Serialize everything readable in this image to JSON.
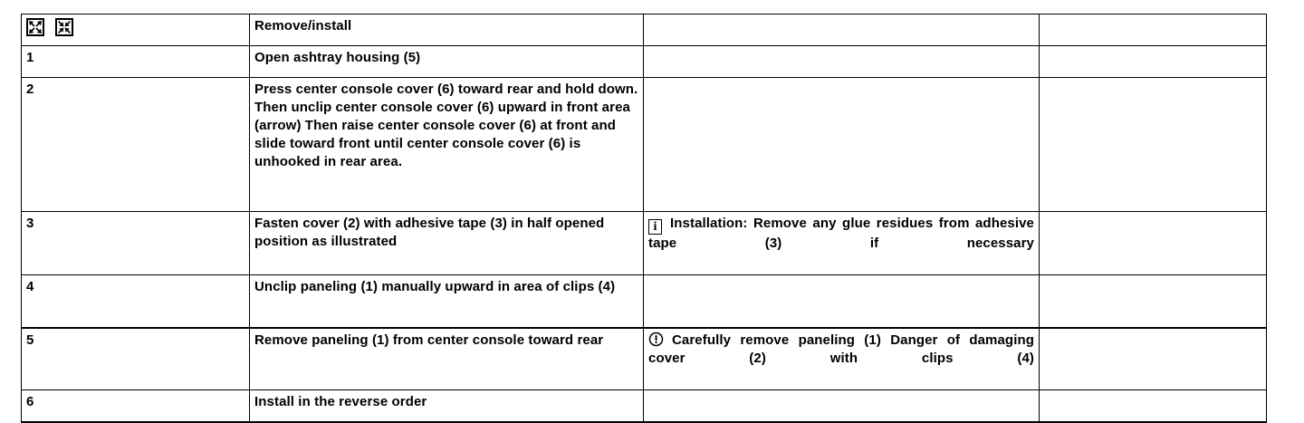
{
  "document": {
    "type": "service-procedure-table",
    "columns": [
      "",
      "",
      "",
      ""
    ],
    "icons": {
      "remove": "arrows-outward-icon",
      "install": "arrows-inward-icon",
      "info": "info-i-icon",
      "warning": "warning-exclamation-circle-icon"
    },
    "info_icon_glyph": "i"
  },
  "rows": [
    {
      "step": "",
      "work": "Remove/install",
      "note": "",
      "extra": "",
      "is_header": true
    },
    {
      "step": "1",
      "work": "Open ashtray housing (5)",
      "note": "",
      "extra": ""
    },
    {
      "step": "2",
      "work": "Press center console cover (6) toward rear and hold down. Then unclip center console cover (6) upward in front area (arrow) Then raise center console cover (6) at front and slide toward front until center console cover (6) is unhooked in rear area.",
      "note": "",
      "extra": ""
    },
    {
      "step": "3",
      "work": "Fasten cover (2) with adhesive tape (3) in half opened position as illustrated",
      "note": "Installation:    Remove any glue residues from adhesive tape (3) if necessary",
      "note_icon": "info",
      "extra": ""
    },
    {
      "step": "4",
      "work": "Unclip paneling (1) manually upward in area of clips (4)",
      "note": "",
      "extra": ""
    },
    {
      "step": "5",
      "work": "Remove paneling (1) from center console toward rear",
      "note": "Carefully remove paneling (1) Danger of damaging cover (2) with clips (4)",
      "note_icon": "warning",
      "extra": ""
    },
    {
      "step": "6",
      "work": "Install in the reverse order",
      "note": "",
      "extra": ""
    }
  ]
}
